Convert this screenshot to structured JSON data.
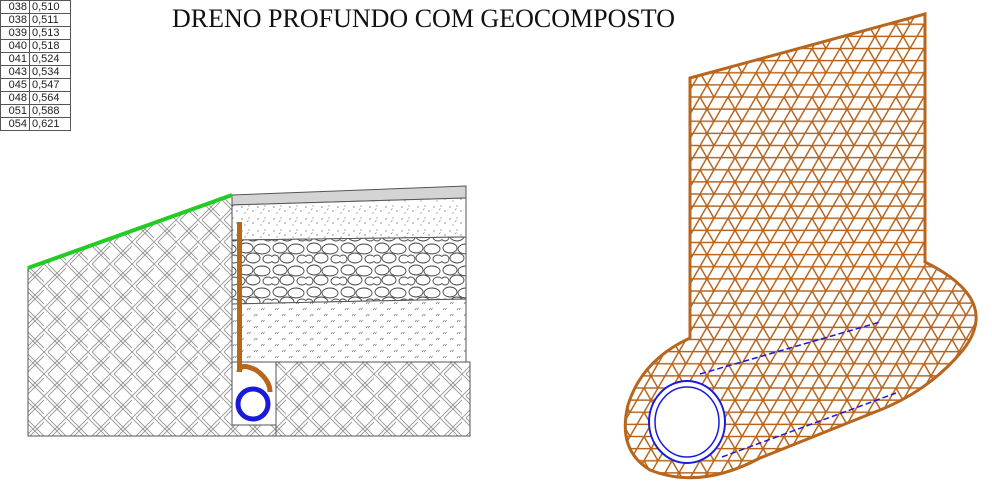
{
  "title": "DRENO PROFUNDO COM GEOCOMPOSTO",
  "table": {
    "rows": [
      [
        "038",
        "0,510"
      ],
      [
        "038",
        "0,511"
      ],
      [
        "039",
        "0,513"
      ],
      [
        "040",
        "0,518"
      ],
      [
        "041",
        "0,524"
      ],
      [
        "043",
        "0,534"
      ],
      [
        "045",
        "0,547"
      ],
      [
        "048",
        "0,564"
      ],
      [
        "051",
        "0,588"
      ],
      [
        "054",
        "0,621"
      ]
    ]
  },
  "colors": {
    "geocomposite": "#b8651e",
    "pipe": "#1a1adb",
    "grass": "#22cc22",
    "outline": "#555555"
  },
  "icons": {
    "section": "drain-cross-section",
    "detail": "geocomposite-wrap-detail"
  }
}
